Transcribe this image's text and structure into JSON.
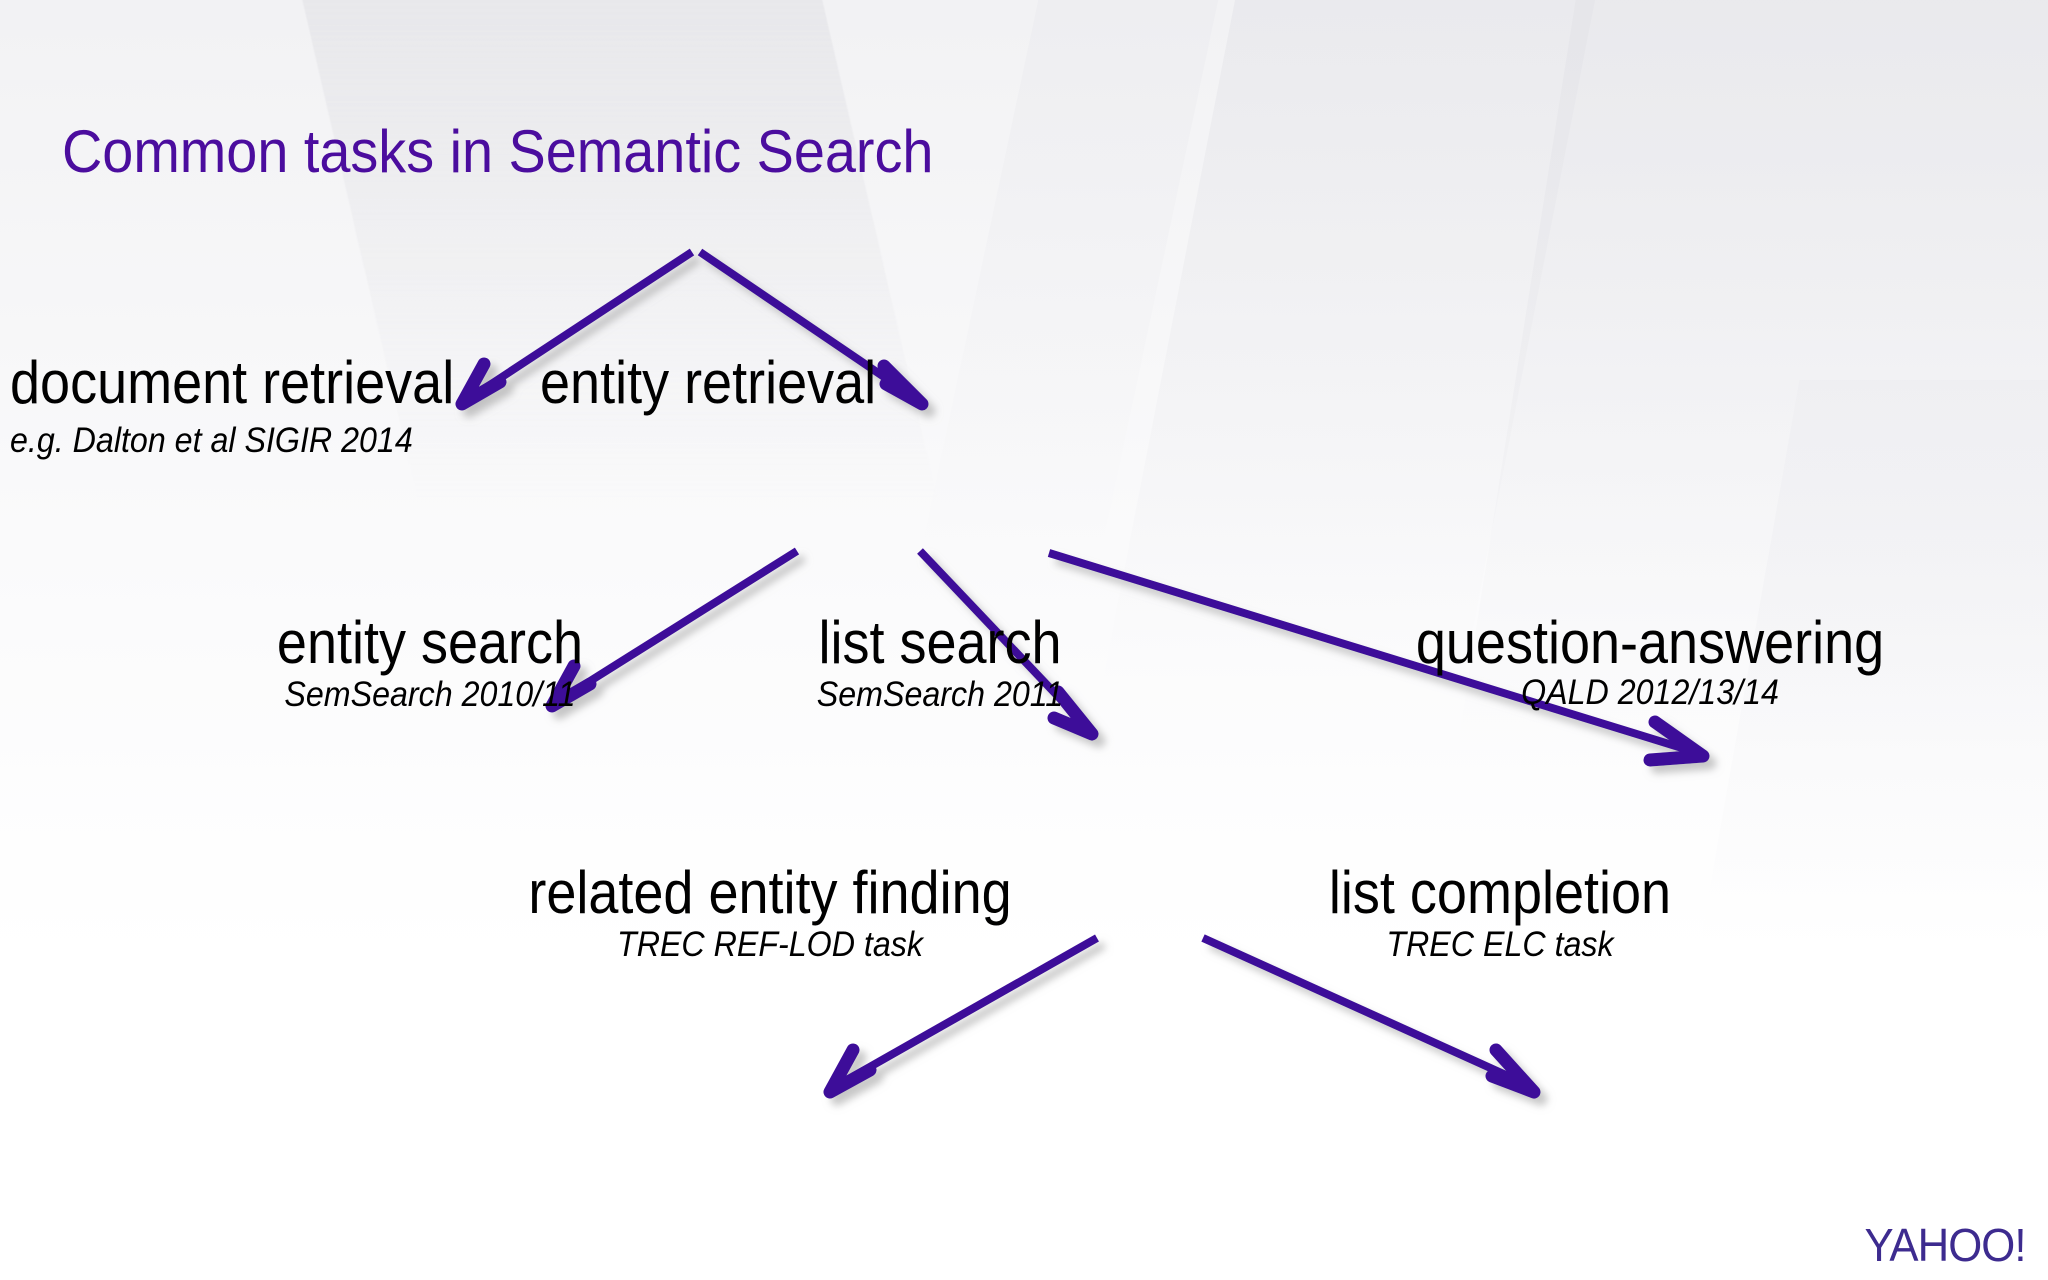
{
  "slide": {
    "title": "Common tasks in Semantic Search",
    "title_color": "#4b0d9e",
    "background_color": "#fcfcfd",
    "arrow_color": "#3e0f99",
    "text_color": "#000000"
  },
  "diagram": {
    "type": "tree",
    "nodes": [
      {
        "id": "document-retrieval",
        "label": "document retrieval",
        "caption": "e.g. Dalton et al SIGIR 2014",
        "level": 1
      },
      {
        "id": "entity-retrieval",
        "label": "entity retrieval",
        "caption": "",
        "level": 1
      },
      {
        "id": "entity-search",
        "label": "entity search",
        "caption": "SemSearch 2010/11",
        "level": 2
      },
      {
        "id": "list-search",
        "label": "list search",
        "caption": "SemSearch 2011",
        "level": 2
      },
      {
        "id": "question-answering",
        "label": "question-answering",
        "caption": "QALD 2012/13/14",
        "level": 2
      },
      {
        "id": "related-entity-finding",
        "label": "related entity finding",
        "caption": "TREC REF-LOD task",
        "level": 3
      },
      {
        "id": "list-completion",
        "label": "list completion",
        "caption": "TREC ELC task",
        "level": 3
      }
    ],
    "edges": [
      {
        "from": "root",
        "to": "document-retrieval"
      },
      {
        "from": "root",
        "to": "entity-retrieval"
      },
      {
        "from": "entity-retrieval",
        "to": "entity-search"
      },
      {
        "from": "entity-retrieval",
        "to": "list-search"
      },
      {
        "from": "entity-retrieval",
        "to": "question-answering"
      },
      {
        "from": "list-search",
        "to": "related-entity-finding"
      },
      {
        "from": "list-search",
        "to": "list-completion"
      }
    ]
  },
  "branding": {
    "logo_text": "YAHOO!",
    "logo_color": "#3d2b8f"
  }
}
